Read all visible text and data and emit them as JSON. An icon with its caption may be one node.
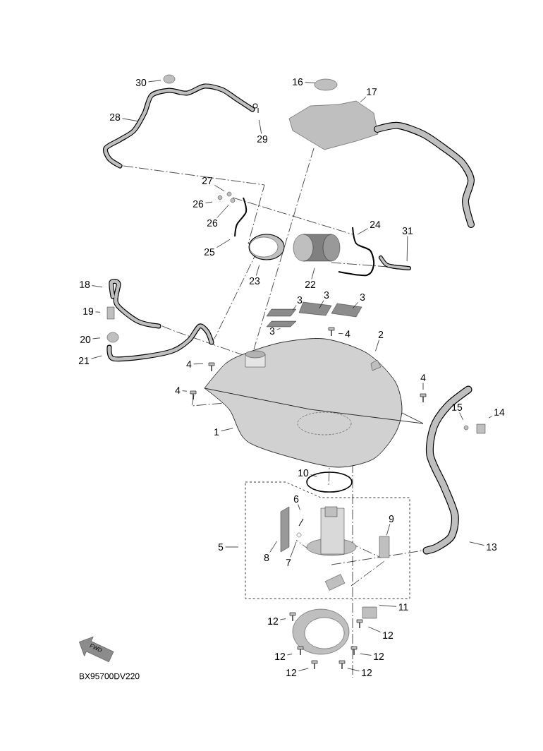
{
  "diagram": {
    "nodes": [
      {
        "text": [
          "30"
        ]
      },
      {
        "text": [
          "16"
        ]
      },
      {
        "text": [
          "17"
        ]
      },
      {
        "text": [
          "28"
        ]
      },
      {
        "text": [
          "29"
        ]
      },
      {
        "text": [
          "27"
        ]
      },
      {
        "text": [
          "26"
        ]
      },
      {
        "text": [
          "26"
        ]
      },
      {
        "text": [
          "24"
        ]
      },
      {
        "text": [
          "25"
        ]
      },
      {
        "text": [
          "31"
        ]
      },
      {
        "text": [
          "23"
        ]
      },
      {
        "text": [
          "22"
        ]
      },
      {
        "text": [
          "18"
        ]
      },
      {
        "text": [
          "19"
        ]
      },
      {
        "text": [
          "3"
        ]
      },
      {
        "text": [
          "3"
        ]
      },
      {
        "text": [
          "3"
        ]
      },
      {
        "text": [
          "3"
        ]
      },
      {
        "text": [
          "20"
        ]
      },
      {
        "text": [
          "4"
        ]
      },
      {
        "text": [
          "2"
        ]
      },
      {
        "text": [
          "21"
        ]
      },
      {
        "text": [
          "4"
        ]
      },
      {
        "text": [
          "4"
        ]
      },
      {
        "text": [
          "4"
        ]
      },
      {
        "text": [
          "1"
        ]
      },
      {
        "text": [
          "15"
        ]
      },
      {
        "text": [
          "14"
        ]
      },
      {
        "text": [
          "10"
        ]
      },
      {
        "text": [
          "6"
        ]
      },
      {
        "text": [
          "9"
        ]
      },
      {
        "text": [
          "5"
        ]
      },
      {
        "text": [
          "8"
        ]
      },
      {
        "text": [
          "7"
        ]
      },
      {
        "text": [
          "13"
        ]
      },
      {
        "text": [
          "11"
        ]
      },
      {
        "text": [
          "12"
        ]
      },
      {
        "text": [
          "12"
        ]
      },
      {
        "text": [
          "12"
        ]
      },
      {
        "text": [
          "12"
        ]
      },
      {
        "text": [
          "12"
        ]
      },
      {
        "text": [
          "12"
        ]
      }
    ],
    "edges": [
      {
        "from": 0,
        "to": null,
        "arrow": "none"
      },
      {
        "from": 1,
        "to": null,
        "arrow": "none"
      },
      {
        "from": 2,
        "to": null,
        "arrow": "none"
      },
      {
        "from": 3,
        "to": null,
        "arrow": "none"
      },
      {
        "from": 4,
        "to": null,
        "arrow": "none"
      },
      {
        "from": 5,
        "to": null,
        "arrow": "none"
      },
      {
        "from": 6,
        "to": null,
        "arrow": "none"
      },
      {
        "from": 7,
        "to": null,
        "arrow": "none"
      },
      {
        "from": 8,
        "to": null,
        "arrow": "none"
      },
      {
        "from": 9,
        "to": null,
        "arrow": "none"
      },
      {
        "from": 10,
        "to": null,
        "arrow": "none"
      },
      {
        "from": 11,
        "to": null,
        "arrow": "none"
      },
      {
        "from": 12,
        "to": null,
        "arrow": "none"
      },
      {
        "from": 13,
        "to": null,
        "arrow": "none"
      },
      {
        "from": 14,
        "to": null,
        "arrow": "none"
      },
      {
        "from": 15,
        "to": null,
        "arrow": "none"
      },
      {
        "from": 16,
        "to": null,
        "arrow": "none"
      },
      {
        "from": 17,
        "to": null,
        "arrow": "none"
      },
      {
        "from": 18,
        "to": null,
        "arrow": "none"
      },
      {
        "from": 19,
        "to": null,
        "arrow": "none"
      },
      {
        "from": 20,
        "to": null,
        "arrow": "none"
      },
      {
        "from": 21,
        "to": null,
        "arrow": "none"
      },
      {
        "from": 22,
        "to": null,
        "arrow": "none"
      },
      {
        "from": 23,
        "to": null,
        "arrow": "none"
      },
      {
        "from": 24,
        "to": null,
        "arrow": "none"
      },
      {
        "from": 25,
        "to": null,
        "arrow": "none"
      },
      {
        "from": 26,
        "to": null,
        "arrow": "none"
      },
      {
        "from": 27,
        "to": null,
        "arrow": "none"
      },
      {
        "from": 28,
        "to": null,
        "arrow": "none"
      },
      {
        "from": 29,
        "to": null,
        "arrow": "none"
      },
      {
        "from": 30,
        "to": null,
        "arrow": "none"
      },
      {
        "from": 31,
        "to": null,
        "arrow": "none"
      },
      {
        "from": 32,
        "to": null,
        "arrow": "none"
      },
      {
        "from": 33,
        "to": null,
        "arrow": "none"
      },
      {
        "from": 34,
        "to": null,
        "arrow": "none"
      },
      {
        "from": 35,
        "to": null,
        "arrow": "none"
      },
      {
        "from": 36,
        "to": null,
        "arrow": "none"
      },
      {
        "from": 37,
        "to": null,
        "arrow": "none"
      },
      {
        "from": 38,
        "to": null,
        "arrow": "none"
      },
      {
        "from": 39,
        "to": null,
        "arrow": "none"
      },
      {
        "from": 40,
        "to": null,
        "arrow": "none"
      },
      {
        "from": 41,
        "to": null,
        "arrow": "none"
      },
      {
        "from": 42,
        "to": null,
        "arrow": "none"
      }
    ],
    "labels": [
      "FWD",
      "BX95700DV220"
    ]
  }
}
